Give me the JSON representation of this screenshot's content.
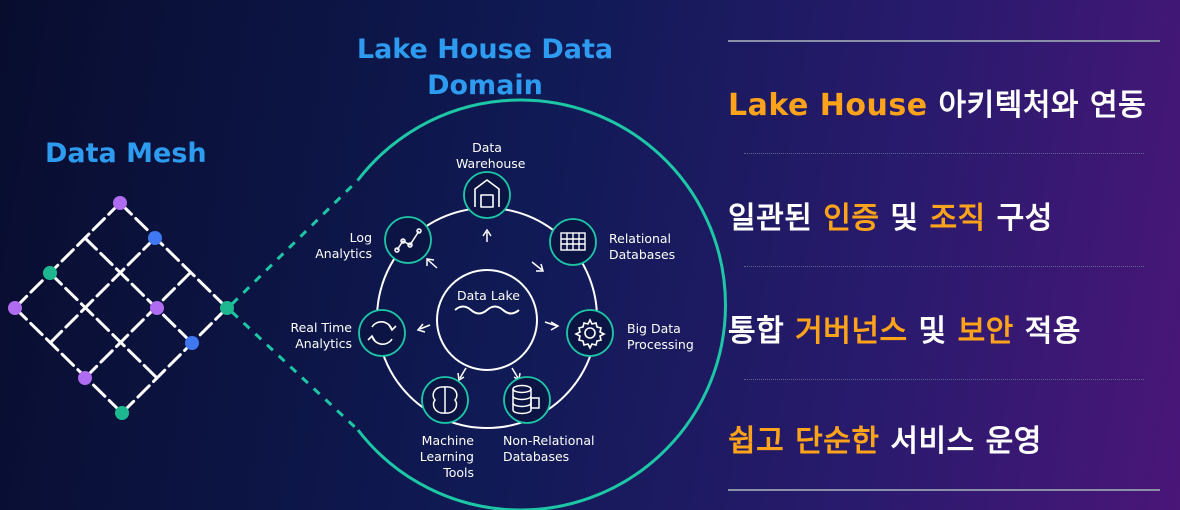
{
  "diagram": {
    "mesh_title": "Data Mesh",
    "domain_title": "Lake House Data Domain",
    "center_label": "Data Lake",
    "nodes": {
      "data_warehouse": "Data\nWarehouse",
      "relational_databases": "Relational\nDatabases",
      "big_data_processing": "Big Data\nProcessing",
      "non_relational_databases": "Non-Relational\nDatabases",
      "machine_learning_tools": "Machine Learning\nTools",
      "real_time_analytics": "Real Time\nAnalytics",
      "log_analytics": "Log\nAnalytics"
    },
    "icons": {
      "data_warehouse": "warehouse-icon",
      "relational_databases": "table-grid-icon",
      "big_data_processing": "gear-icon",
      "non_relational_databases": "database-icon",
      "machine_learning_tools": "brain-icon",
      "real_time_analytics": "refresh-icon",
      "log_analytics": "line-graph-icon"
    }
  },
  "features": [
    {
      "parts": [
        {
          "text": "Lake House",
          "hl": true
        },
        {
          "text": " 아키텍처와 연동",
          "hl": false
        }
      ]
    },
    {
      "parts": [
        {
          "text": "일관된 ",
          "hl": false
        },
        {
          "text": "인증",
          "hl": true
        },
        {
          "text": " 및 ",
          "hl": false
        },
        {
          "text": "조직",
          "hl": true
        },
        {
          "text": " 구성",
          "hl": false
        }
      ]
    },
    {
      "parts": [
        {
          "text": "통합 ",
          "hl": false
        },
        {
          "text": "거버넌스",
          "hl": true
        },
        {
          "text": " 및 ",
          "hl": false
        },
        {
          "text": "보안",
          "hl": true
        },
        {
          "text": " 적용",
          "hl": false
        }
      ]
    },
    {
      "parts": [
        {
          "text": "쉽고 단순한",
          "hl": true
        },
        {
          "text": " 서비스 운영",
          "hl": false
        }
      ]
    }
  ],
  "colors": {
    "accent_orange": "#ffa31a",
    "title_blue": "#2d9bf0",
    "teal": "#1dc7a6",
    "purple_dot": "#b06cf0",
    "blue_dot": "#3f78f0",
    "green_dot": "#1db890"
  }
}
